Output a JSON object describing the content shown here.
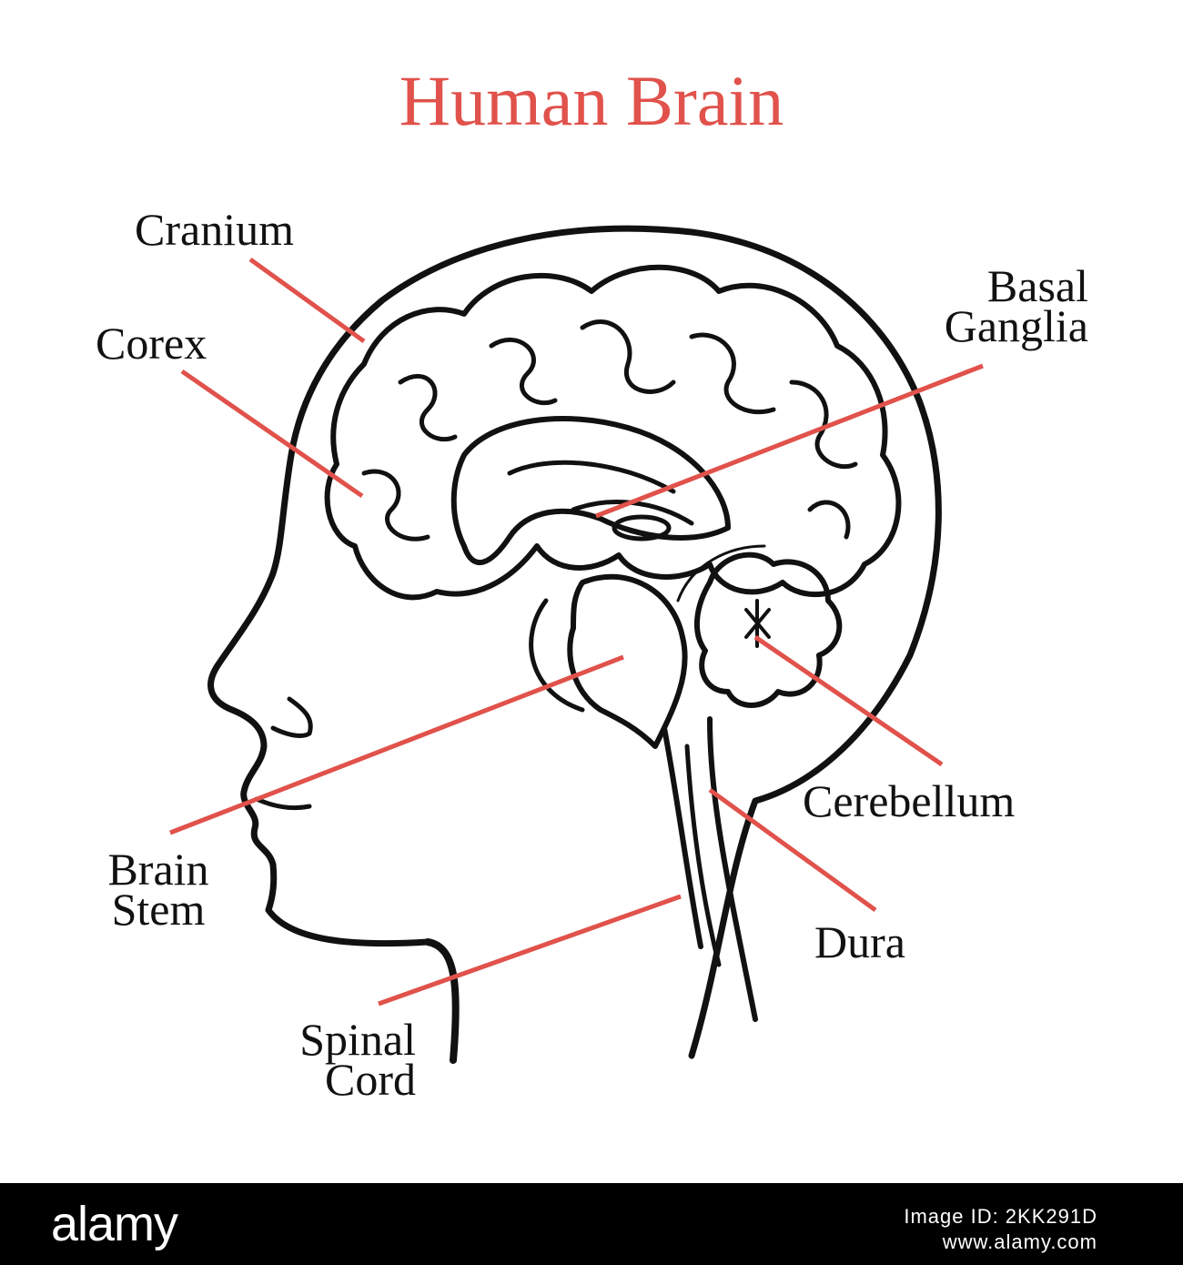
{
  "title": "Human Brain",
  "labels": {
    "cranium": "Cranium",
    "cortex": "Corex",
    "basal_ganglia": [
      "Basal",
      "Ganglia"
    ],
    "cerebellum": "Cerebellum",
    "brain_stem": [
      "Brain",
      "Stem"
    ],
    "dura": "Dura",
    "spinal_cord": [
      "Spinal",
      "Cord"
    ]
  },
  "colors": {
    "title": "#e0524b",
    "leader_lines": "#e0524b",
    "ink": "#111111",
    "background": "#ffffff",
    "footer": "#000000"
  },
  "footer": {
    "logo": "alamy",
    "image_id": "Image ID: 2KK291D",
    "url": "www.alamy.com"
  }
}
